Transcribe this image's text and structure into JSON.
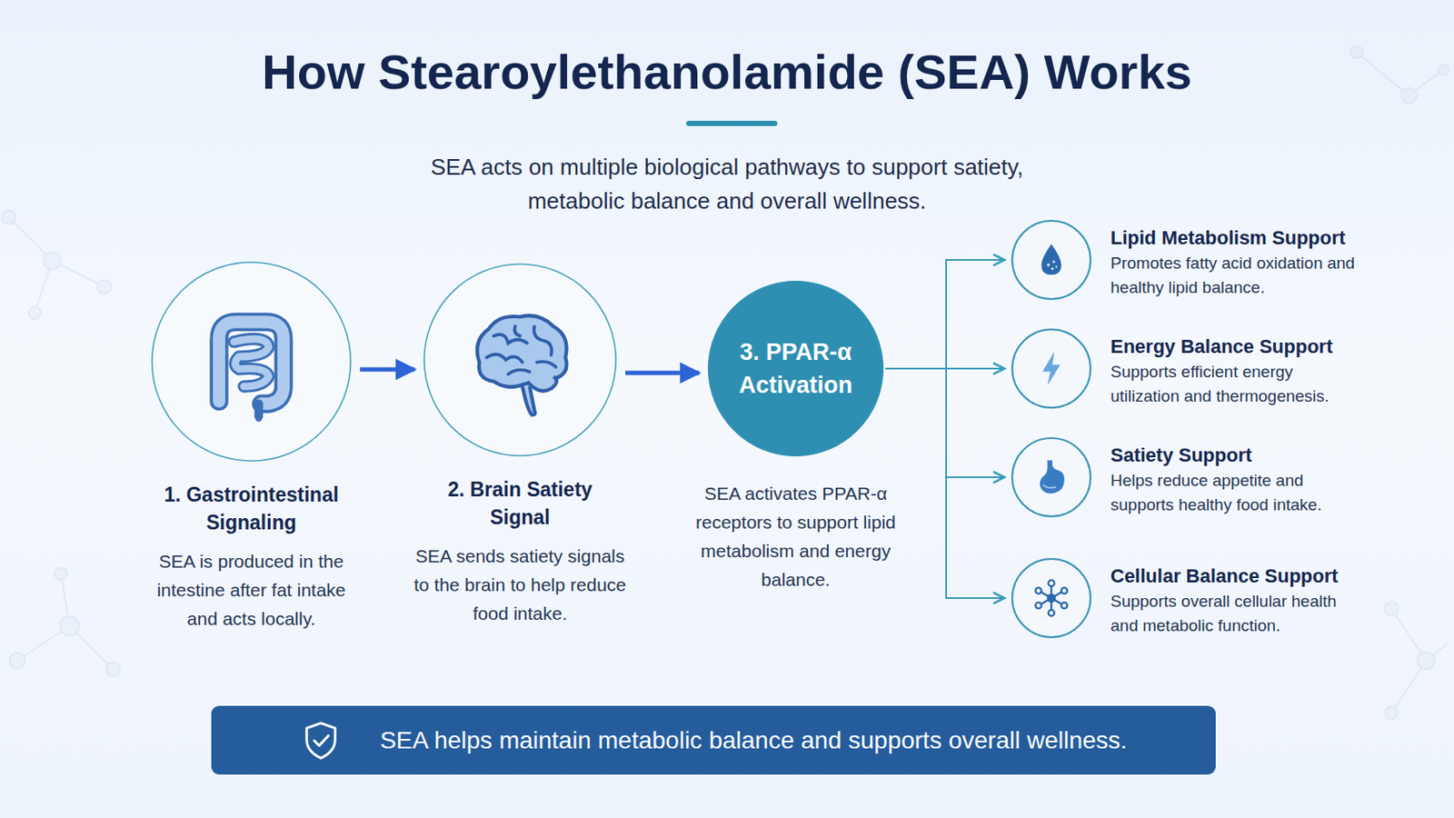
{
  "diagram": {
    "title": "How Stearoylethanolamide (SEA) Works",
    "nodes": [
      {
        "text": [
          "1. Gastrointestinal Signaling",
          "SEA is produced in the intestine after fat intake and acts locally."
        ]
      },
      {
        "text": [
          "2. Brain Satiety Signal",
          "SEA sends satiety signals to the brain to help reduce food intake."
        ]
      },
      {
        "text": [
          "3. PPAR-α Activation",
          "SEA activates PPAR-α receptors to support lipid metabolism and energy balance."
        ]
      },
      {
        "text": [
          "Lipid Metabolism Support",
          "Promotes fatty acid oxidation and healthy lipid balance."
        ]
      },
      {
        "text": [
          "Energy Balance Support",
          "Supports efficient energy utilization and thermogenesis."
        ]
      },
      {
        "text": [
          "Satiety Support",
          "Helps reduce appetite and supports healthy food intake."
        ]
      },
      {
        "text": [
          "Cellular Balance Support",
          "Supports overall cellular health and metabolic function."
        ]
      },
      {
        "text": [
          "SEA helps maintain metabolic balance and supports overall wellness."
        ]
      }
    ],
    "edges": [
      {
        "from": 0,
        "to": 1,
        "arrow": "to"
      },
      {
        "from": 1,
        "to": 2,
        "arrow": "to"
      },
      {
        "from": 2,
        "to": 3,
        "arrow": "to"
      },
      {
        "from": 2,
        "to": 4,
        "arrow": "to"
      },
      {
        "from": 2,
        "to": 5,
        "arrow": "to"
      },
      {
        "from": 2,
        "to": 6,
        "arrow": "to"
      }
    ],
    "labels": [
      "SEA acts on multiple biological pathways to support satiety, metabolic balance and overall wellness."
    ]
  }
}
